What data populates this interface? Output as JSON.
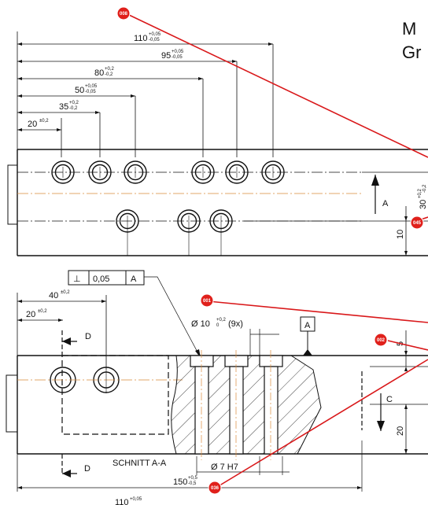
{
  "header": {
    "line1": "M",
    "line2": "Gr"
  },
  "top_view": {
    "dims": [
      {
        "value": "110",
        "upper": "+0,05",
        "lower": "-0,05"
      },
      {
        "value": "95",
        "upper": "+0,05",
        "lower": "-0,05"
      },
      {
        "value": "80",
        "upper": "+0,2",
        "lower": "-0,2"
      },
      {
        "value": "50",
        "upper": "+0,05",
        "lower": "-0,05"
      },
      {
        "value": "35",
        "upper": "+0,2",
        "lower": "-0,2"
      },
      {
        "value": "20",
        "upper": "±0,2",
        "lower": ""
      }
    ],
    "section_marker": "A",
    "right_dim": {
      "value": "30",
      "upper": "+0,2",
      "lower": "-0,2"
    },
    "right_dim_10": "10"
  },
  "section_view": {
    "gdt": {
      "symbol": "⊥",
      "tolerance": "0,05",
      "datum": "A"
    },
    "dim_40": {
      "value": "40",
      "upper": "±0,2"
    },
    "dim_20": {
      "value": "20",
      "upper": "±0,2"
    },
    "hole_callout": {
      "prefix": "Ø 10",
      "upper": "+0,2",
      "lower": "0",
      "suffix": "(9x)"
    },
    "datum_a": "A",
    "dim_5": "5",
    "dim_20_vert": "20",
    "marker_c": "C",
    "marker_d_top": "D",
    "marker_d_bottom": "D",
    "section_label": "SCHNITT  A-A",
    "hole_fit": "Ø 7 H7",
    "dim_150": {
      "value": "150",
      "upper": "+0,5",
      "lower": "-0,5"
    },
    "dim_110_bottom": {
      "value": "110",
      "upper": "+0,05",
      "lower": ""
    }
  },
  "balloons": [
    {
      "id": "008"
    },
    {
      "id": "045"
    },
    {
      "id": "001"
    },
    {
      "id": "002"
    },
    {
      "id": "036"
    }
  ],
  "colors": {
    "balloon": "#e0201b",
    "leader": "#d9181a",
    "centerline_orange": "#d98a3a",
    "ink": "#111111"
  }
}
